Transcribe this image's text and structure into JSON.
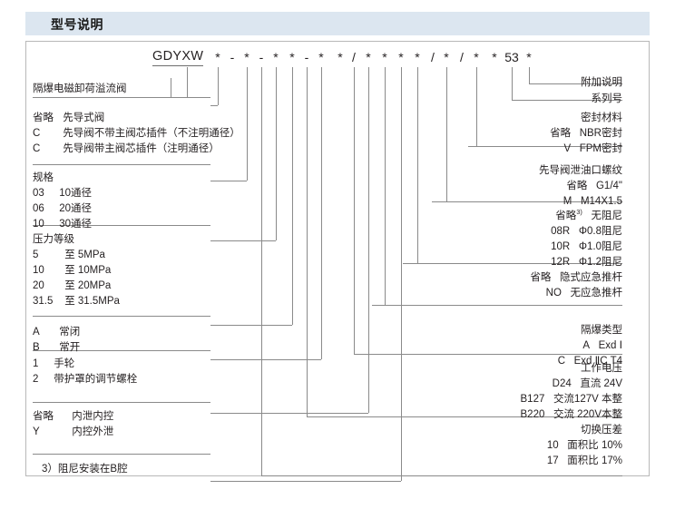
{
  "header": {
    "title": "型号说明"
  },
  "model_code": {
    "prefix": "GDYXW",
    "tokens": [
      "*",
      "-",
      "*",
      "-",
      "*",
      "*",
      "-",
      "*",
      "*",
      "/",
      "*",
      "*",
      "*",
      "*",
      "/",
      "*",
      "/",
      "*",
      "*",
      "53",
      "*"
    ]
  },
  "left_groups": [
    {
      "id": "product-name",
      "title": "隔爆电磁卸荷溢流阀",
      "rows": []
    },
    {
      "id": "pilot-type",
      "title": "",
      "rows": [
        {
          "code": "省略",
          "desc": "先导式阀"
        },
        {
          "code": "C",
          "desc": "先导阀不带主阀芯插件（不注明通径）"
        },
        {
          "code": "C",
          "desc": "先导阀带主阀芯插件（注明通径）"
        }
      ]
    },
    {
      "id": "size",
      "title": "规格",
      "rows": [
        {
          "code": "03",
          "desc": "10通径"
        },
        {
          "code": "06",
          "desc": "20通径"
        },
        {
          "code": "10",
          "desc": "30通径"
        }
      ]
    },
    {
      "id": "pressure-rating",
      "title": "压力等级",
      "rows": [
        {
          "code": "5",
          "desc": "至  5MPa"
        },
        {
          "code": "10",
          "desc": "至 10MPa"
        },
        {
          "code": "20",
          "desc": "至 20MPa"
        },
        {
          "code": "31.5",
          "desc": "至 31.5MPa"
        }
      ]
    },
    {
      "id": "normal-state",
      "title": "",
      "rows": [
        {
          "code": "A",
          "desc": "常闭"
        },
        {
          "code": "B",
          "desc": "常开"
        }
      ]
    },
    {
      "id": "adjust-type",
      "title": "",
      "rows": [
        {
          "code": "1",
          "desc": "手轮"
        },
        {
          "code": "2",
          "desc": "带护罩的调节螺栓"
        }
      ]
    },
    {
      "id": "drain-control",
      "title": "",
      "rows": [
        {
          "code": "省略",
          "desc": "内泄内控"
        },
        {
          "code": "Y",
          "desc": "内控外泄"
        }
      ]
    }
  ],
  "footnote": "3）阻尼安装在B腔",
  "right_groups": [
    {
      "id": "additional-note",
      "title": "附加说明",
      "rows": []
    },
    {
      "id": "series-number",
      "title": "系列号",
      "rows": []
    },
    {
      "id": "seal-material",
      "title": "密封材料",
      "rows": [
        {
          "code": "省略",
          "desc": "NBR密封"
        },
        {
          "code": "V",
          "desc": "FPM密封"
        }
      ]
    },
    {
      "id": "pilot-drain-thread",
      "title": "先导阀泄油口螺纹",
      "rows": [
        {
          "code": "省略",
          "desc": "G1/4\""
        },
        {
          "code": "M",
          "desc": "M14X1.5"
        }
      ]
    },
    {
      "id": "damping",
      "title": "",
      "rows": [
        {
          "code": "省略",
          "code_sup": "3)",
          "desc": "无阻尼"
        },
        {
          "code": "08R",
          "desc": "Φ0.8阻尼"
        },
        {
          "code": "10R",
          "desc": "Φ1.0阻尼"
        },
        {
          "code": "12R",
          "desc": "Φ1.2阻尼"
        }
      ]
    },
    {
      "id": "emergency-rod",
      "title": "",
      "rows": [
        {
          "code": "省略",
          "desc": "隐式应急推杆"
        },
        {
          "code": "NO",
          "desc": "无应急推杆"
        }
      ]
    },
    {
      "id": "explosion-proof-type",
      "title": "隔爆类型",
      "rows": [
        {
          "code": "A",
          "desc": "Exd Ⅰ"
        },
        {
          "code": "C",
          "desc": "Exd ⅡC T4"
        }
      ]
    },
    {
      "id": "working-voltage",
      "title": "工作电压",
      "rows": [
        {
          "code": "D24",
          "desc": "直流 24V"
        },
        {
          "code": "B127",
          "desc": "交流127V 本整"
        },
        {
          "code": "B220",
          "desc": "交流 220V本整"
        }
      ]
    },
    {
      "id": "switching-pressure-diff",
      "title": "切换压差",
      "rows": [
        {
          "code": "10",
          "desc": "面积比  10%"
        },
        {
          "code": "17",
          "desc": "面积比  17%"
        }
      ]
    }
  ],
  "colors": {
    "header_bg": "#dce6f0",
    "line": "#8a8a8a",
    "frame": "#b8b8b8",
    "text": "#231f20"
  }
}
